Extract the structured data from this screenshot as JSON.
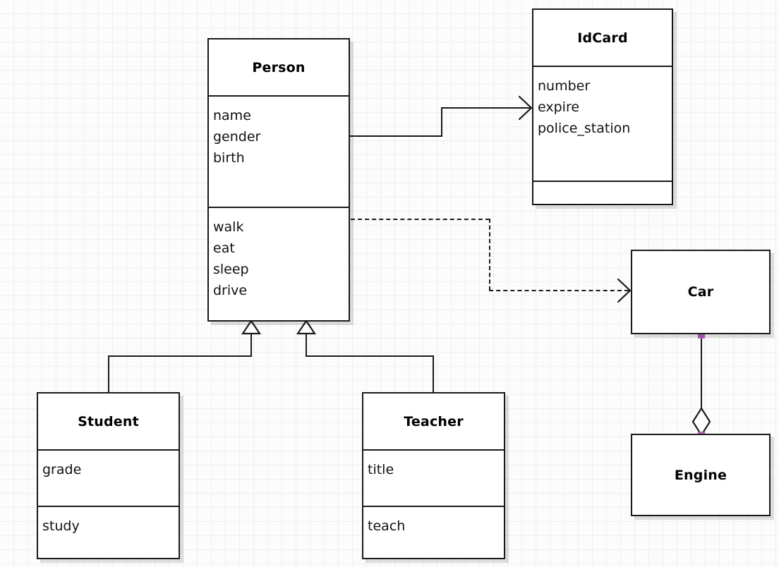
{
  "diagram": {
    "type": "uml-class-diagram",
    "background": "#fcfcfc",
    "grid_color": "#efefef",
    "line_color": "#1a1a1a",
    "handle_color": "#b063b8",
    "classes": [
      {
        "id": "person",
        "name": "Person",
        "attributes": [
          "name",
          "gender",
          "birth"
        ],
        "methods": [
          "walk",
          "eat",
          "sleep",
          "drive"
        ]
      },
      {
        "id": "idcard",
        "name": "IdCard",
        "attributes": [
          "number",
          "expire",
          "police_station"
        ],
        "methods": []
      },
      {
        "id": "student",
        "name": "Student",
        "attributes": [
          "grade"
        ],
        "methods": [
          "study"
        ]
      },
      {
        "id": "teacher",
        "name": "Teacher",
        "attributes": [
          "title"
        ],
        "methods": [
          "teach"
        ]
      },
      {
        "id": "car",
        "name": "Car",
        "attributes": [],
        "methods": []
      },
      {
        "id": "engine",
        "name": "Engine",
        "attributes": [],
        "methods": []
      }
    ],
    "relationships": [
      {
        "id": "person-idcard",
        "kind": "association",
        "from": "Person",
        "to": "IdCard",
        "style": "solid",
        "arrow": "open-arrow"
      },
      {
        "id": "person-car",
        "kind": "dependency",
        "from": "Person",
        "to": "Car",
        "style": "dashed",
        "arrow": "open-arrow"
      },
      {
        "id": "student-person",
        "kind": "generalization",
        "from": "Student",
        "to": "Person",
        "style": "solid",
        "arrow": "hollow-triangle"
      },
      {
        "id": "teacher-person",
        "kind": "generalization",
        "from": "Teacher",
        "to": "Person",
        "style": "solid",
        "arrow": "hollow-triangle"
      },
      {
        "id": "car-engine",
        "kind": "aggregation",
        "from": "Car",
        "to": "Engine",
        "style": "solid",
        "arrow": "hollow-diamond",
        "selected": true
      }
    ]
  }
}
